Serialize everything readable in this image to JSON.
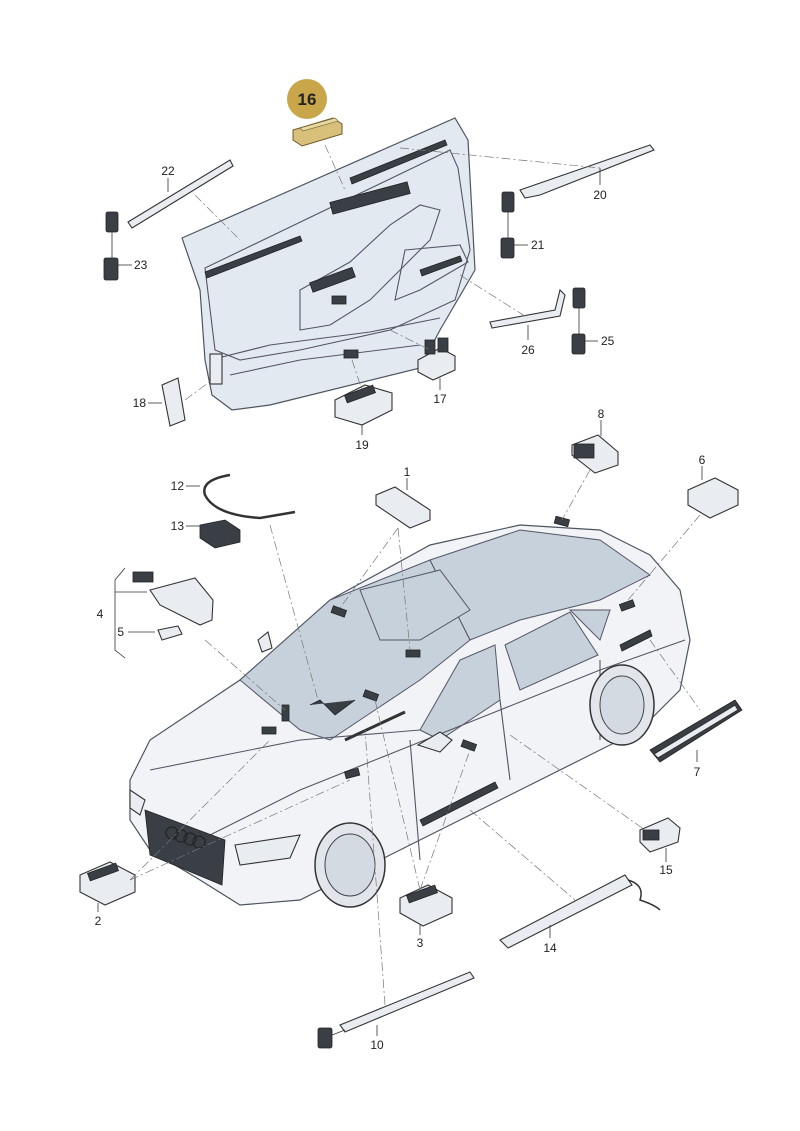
{
  "highlight": {
    "label": "16",
    "fill": "#c9a64a",
    "part_fill": "#d8c07a"
  },
  "callouts": {
    "c1": "1",
    "c2": "2",
    "c3": "3",
    "c4": "4",
    "c5": "5",
    "c6": "6",
    "c7": "7",
    "c8": "8",
    "c10": "10",
    "c12": "12",
    "c13": "13",
    "c14": "14",
    "c15": "15",
    "c17": "17",
    "c18": "18",
    "c19": "19",
    "c20": "20",
    "c21": "21",
    "c22": "22",
    "c23": "23",
    "c25": "25",
    "c26": "26"
  },
  "colors": {
    "line": "#333333",
    "part_fill": "#e9edf1",
    "glass": "#c6d1db",
    "dark_part": "#3a3f46"
  }
}
